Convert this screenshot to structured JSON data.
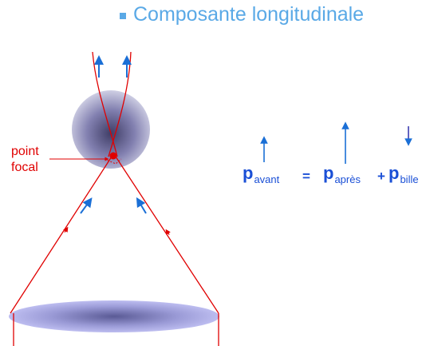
{
  "title": "Composante longitudinale",
  "focal_label": {
    "line1": "point",
    "line2": "focal"
  },
  "equation": {
    "symbol": "p",
    "sub_before": "avant",
    "sub_after": "après",
    "sub_ball": "bille",
    "equals": "=",
    "plus": "+"
  },
  "colors": {
    "title": "#5aa9e6",
    "ray": "#e00000",
    "momentum_arrow": "#1a6fd6",
    "equation_text": "#1a4fd6",
    "ball_arrow": "#3a3ab0",
    "sphere": "#8a88b8",
    "lens": "#9090d0"
  },
  "icons": {
    "sphere": "target-sphere",
    "lens": "focusing-lens",
    "focal_dot": "focal-point-dot"
  }
}
